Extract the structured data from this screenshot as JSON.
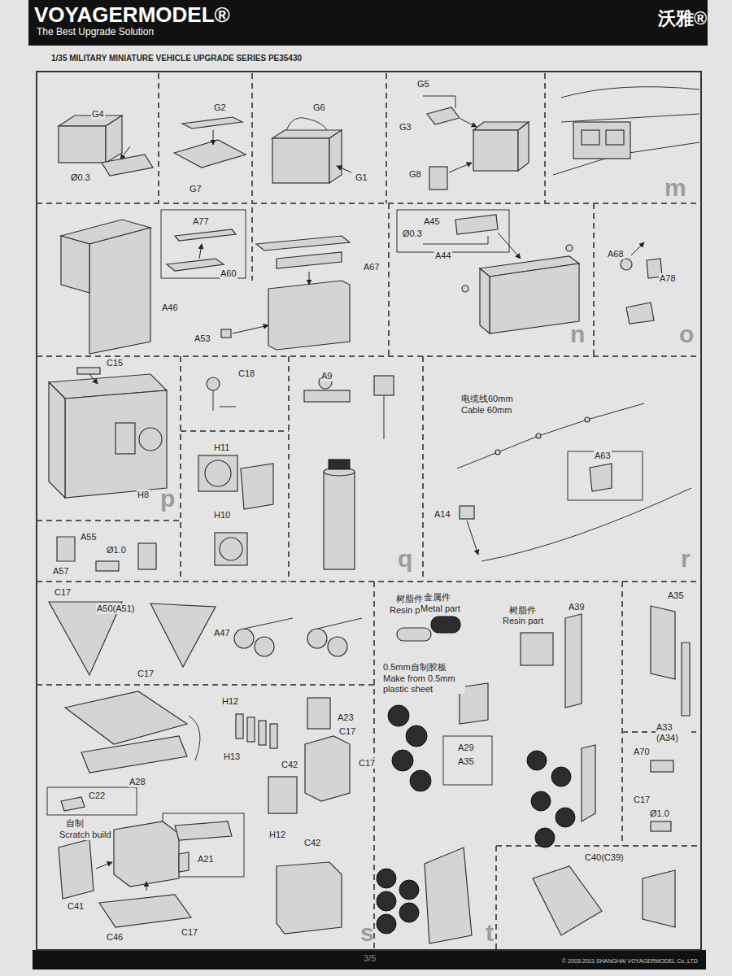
{
  "diagram": {
    "title": "VOYAGERMODEL®",
    "labels": [
      "The Best Upgrade Solution",
      "沃雅®",
      "1/35 MILITARY MINIATURE VEHICLE UPGRADE SERIES PE35430",
      "G4",
      "Ø0.3",
      "G2",
      "G7",
      "G6",
      "G1",
      "G5",
      "G3",
      "G8",
      "m",
      "A77",
      "A60",
      "A46",
      "A67",
      "A53",
      "A45",
      "Ø0.3",
      "A44",
      "n",
      "A68",
      "A78",
      "o",
      "C15",
      "H8",
      "p",
      "C18",
      "H11",
      "H10",
      "A9",
      "q",
      "电缆线60mm",
      "Cable 60mm",
      "A63",
      "A14",
      "r",
      "A55",
      "Ø1.0",
      "A57",
      "C17",
      "A50(A51)",
      "C17",
      "A47",
      "树脂件",
      "Resin part",
      "金属件",
      "Metal part",
      "树脂件",
      "Resin part",
      "A39",
      "A35",
      "A33 (A34)",
      "0.5mm自制胶板",
      "Make from 0.5mm plastic sheet",
      "A29",
      "A35",
      "A70",
      "C17",
      "Ø1.0",
      "H12",
      "A23",
      "A28",
      "H13",
      "C42",
      "C17",
      "C17",
      "H12",
      "C42",
      "C22",
      "自制",
      "Scratch build",
      "C41",
      "A21",
      "C46",
      "C17",
      "s",
      "t",
      "C40(C39)",
      "3/5",
      "© 2003-2011 SHANGHAI VOYAGERMODEL Co.,LTD"
    ]
  }
}
